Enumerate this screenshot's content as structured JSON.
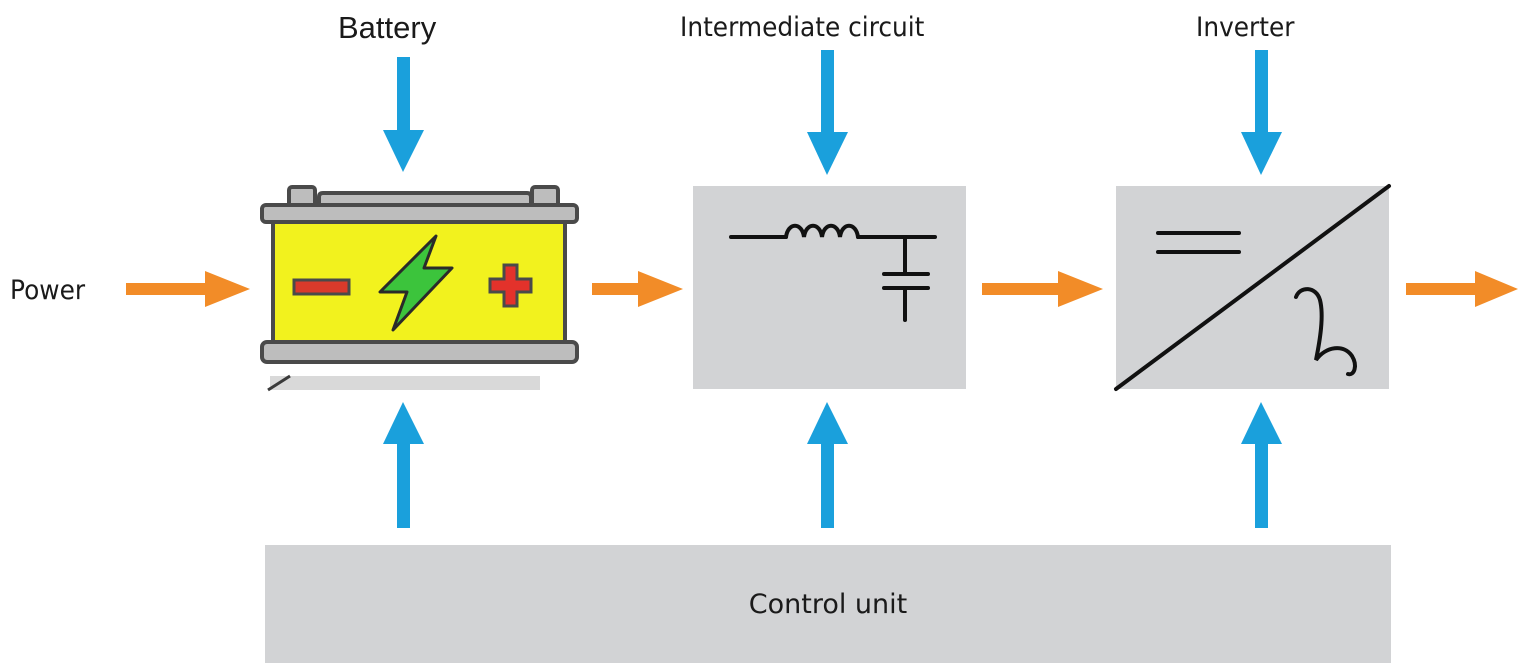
{
  "labels": {
    "battery": "Battery",
    "intermediate_circuit": "Intermediate circuit",
    "inverter": "Inverter",
    "power": "Power",
    "control_unit": "Control unit"
  },
  "colors": {
    "signal_arrow": "#1aa0dc",
    "power_arrow": "#f28c28",
    "block_fill": "#d2d3d5",
    "battery_body": "#f2f21e",
    "battery_frame": "#4a4a4a",
    "battery_minus": "#d93a2b",
    "battery_plus": "#e3322b",
    "battery_bolt": "#3cc43c"
  },
  "icons": {
    "battery": "battery-icon",
    "filter": "lc-filter-icon",
    "inverter": "dc-ac-inverter-icon"
  }
}
